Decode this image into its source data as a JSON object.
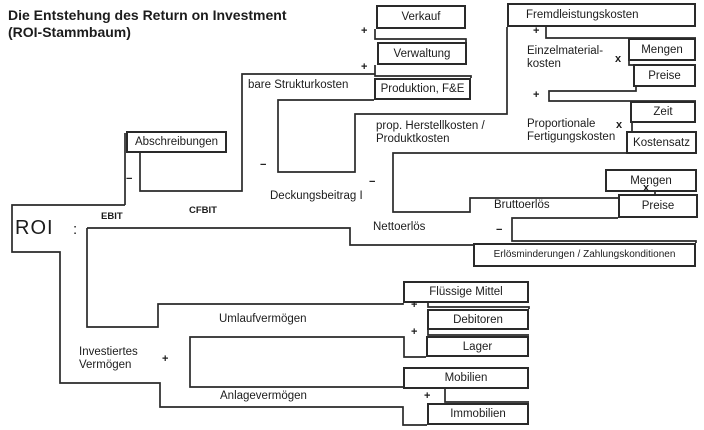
{
  "title": {
    "line1": "Die Entstehung des Return on Investment",
    "line2": "(ROI-Stammbaum)"
  },
  "root": {
    "label": "ROI"
  },
  "operators": {
    "divide": ":",
    "minus": "−",
    "plus": "+",
    "times": "x"
  },
  "colors": {
    "ink": "#2a2a2a",
    "background": "#ffffff"
  },
  "nodes": {
    "ebit": "EBIT",
    "cfbit": "CFBIT",
    "abschreibungen": "Abschreibungen",
    "bare_strukturkosten": "bare Strukturkosten",
    "verkauf": "Verkauf",
    "verwaltung": "Verwaltung",
    "produktion_fe": "Produktion, F&E",
    "prop_herstellkosten_line1": "prop. Herstellkosten /",
    "prop_herstellkosten_line2": "Produktkosten",
    "fremdleistungskosten": "Fremdleistungskosten",
    "einzelmaterialkosten_line1": "Einzelmaterial-",
    "einzelmaterialkosten_line2": "kosten",
    "mengen_material": "Mengen",
    "preise_material": "Preise",
    "proportionale_fertigungskosten_line1": "Proportionale",
    "proportionale_fertigungskosten_line2": "Fertigungskosten",
    "zeit": "Zeit",
    "kostensatz": "Kostensatz",
    "deckungsbeitrag_1": "Deckungsbeitrag I",
    "nettoerloes": "Nettoerlös",
    "bruttoerloes": "Bruttoerlös",
    "mengen_erloes": "Mengen",
    "preise_erloes": "Preise",
    "erloesminderungen": "Erlösminderungen / Zahlungskonditionen",
    "investiertes_vermoegen_line1": "Investiertes",
    "investiertes_vermoegen_line2": "Vermögen",
    "umlaufvermoegen": "Umlaufvermögen",
    "fluessige_mittel": "Flüssige Mittel",
    "debitoren": "Debitoren",
    "lager": "Lager",
    "anlagevermoegen": "Anlagevermögen",
    "mobilien": "Mobilien",
    "immobilien": "Immobilien"
  }
}
